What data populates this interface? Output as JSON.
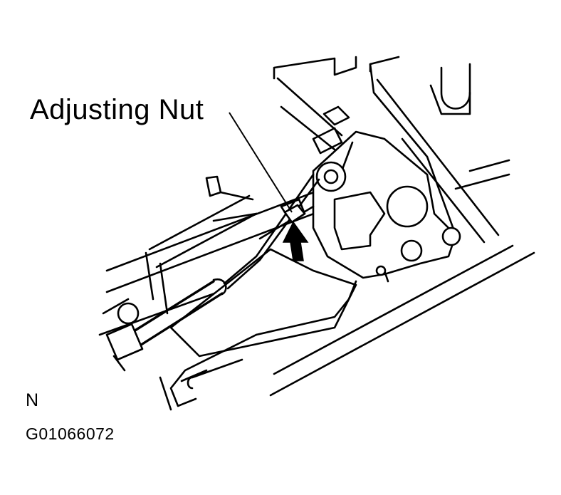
{
  "callout": {
    "label": "Adjusting Nut"
  },
  "view": {
    "label": "N"
  },
  "figure": {
    "code": "G01066072"
  }
}
